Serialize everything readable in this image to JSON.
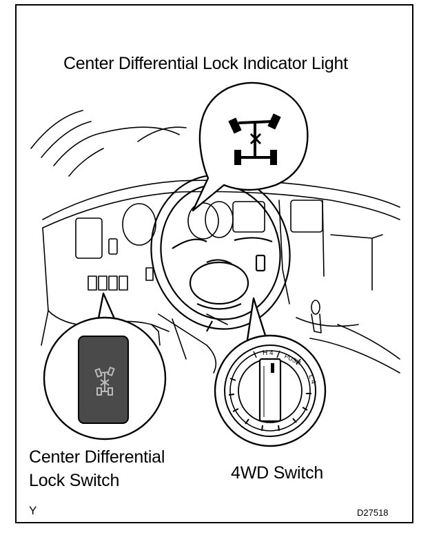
{
  "labels": {
    "indicator_light": "Center Differential Lock Indicator Light",
    "lock_switch_line1": "Center  Differential",
    "lock_switch_line2": "Lock Switch",
    "four_wd_switch": "4WD Switch",
    "figure_code": "D27518",
    "corner_mark": "Y"
  },
  "knob_positions": {
    "h4": "H 4",
    "push": "PUSH",
    "l4": "L 4"
  },
  "icons": {
    "indicator": "4wd-drivetrain-lock-icon",
    "switch": "center-diff-lock-switch-icon"
  },
  "colors": {
    "ink": "#000000",
    "paper": "#ffffff",
    "switch_fill": "#4a4a4a"
  }
}
